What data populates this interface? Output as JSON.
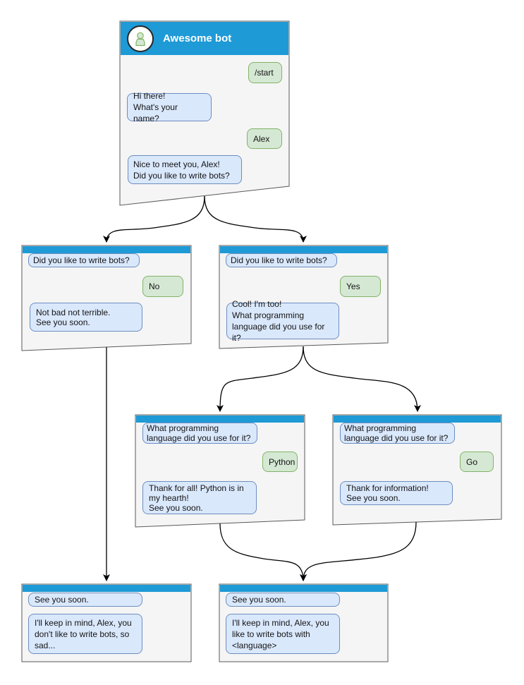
{
  "colors": {
    "header_blue": "#1e9ad6",
    "window_fill": "#f5f5f5",
    "window_border": "#595959",
    "bot_bubble_fill": "#dae8fc",
    "bot_bubble_border": "#6c8ebf",
    "user_bubble_fill": "#d5e8d4",
    "user_bubble_border": "#82b366",
    "connector": "#000000"
  },
  "icons": {
    "avatar": "person-icon"
  },
  "nodes": {
    "root": {
      "header_title": "Awesome bot",
      "msg_start": "/start",
      "msg_hi": "Hi there!\nWhat's your name?",
      "msg_alex": "Alex",
      "msg_nice": "Nice to meet you, Alex!\nDid you like to write bots?"
    },
    "branch_no": {
      "question": "Did you like to write bots?",
      "answer": "No",
      "reply": "Not bad not terrible.\nSee you soon."
    },
    "branch_yes": {
      "question": "Did you like to write bots?",
      "answer": "Yes",
      "reply": "Cool! I'm too!\nWhat programming\nlanguage did you use for it?"
    },
    "branch_python": {
      "question": "What programming\nlanguage did you use for it?",
      "answer": "Python",
      "reply": "Thank for all! Python is in\nmy hearth!\nSee you soon."
    },
    "branch_go": {
      "question": "What programming\nlanguage did you use for it?",
      "answer": "Go",
      "reply": "Thank for information!\nSee you soon."
    },
    "end_no": {
      "question": "See you soon.",
      "reply": "I'll keep in mind, Alex, you\ndon't like to write bots, so\nsad..."
    },
    "end_yes": {
      "question": "See you soon.",
      "reply": "I'll keep in mind, Alex, you\nlike to write bots with\n<language>"
    }
  }
}
